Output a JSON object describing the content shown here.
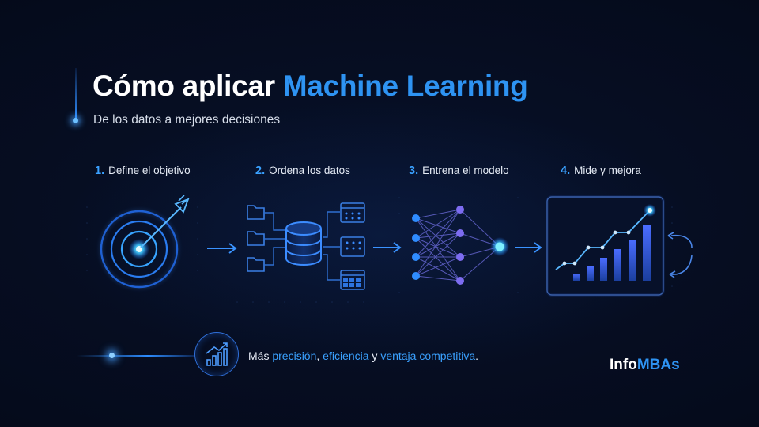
{
  "header": {
    "title_main": "Cómo aplicar ",
    "title_highlight": "Machine Learning",
    "subtitle": "De los datos a mejores decisiones"
  },
  "steps": [
    {
      "number": "1.",
      "label": "Define el objetivo",
      "icon": "target-icon"
    },
    {
      "number": "2.",
      "label": "Ordena los datos",
      "icon": "database-icon"
    },
    {
      "number": "3.",
      "label": "Entrena el modelo",
      "icon": "neural-network-icon"
    },
    {
      "number": "4.",
      "label": "Mide y mejora",
      "icon": "growth-chart-icon"
    }
  ],
  "footer": {
    "text_1": "Más ",
    "hl_1": "precisión",
    "text_2": ", ",
    "hl_2": "eficiencia",
    "text_3": " y ",
    "hl_3": "ventaja competitiva",
    "text_4": ".",
    "icon": "bar-chart-trend-icon"
  },
  "brand": {
    "main": "Info",
    "highlight": "MBAs"
  },
  "colors": {
    "accent": "#2e93f2",
    "glow": "#3fd0ff",
    "background": "#050b1c"
  }
}
